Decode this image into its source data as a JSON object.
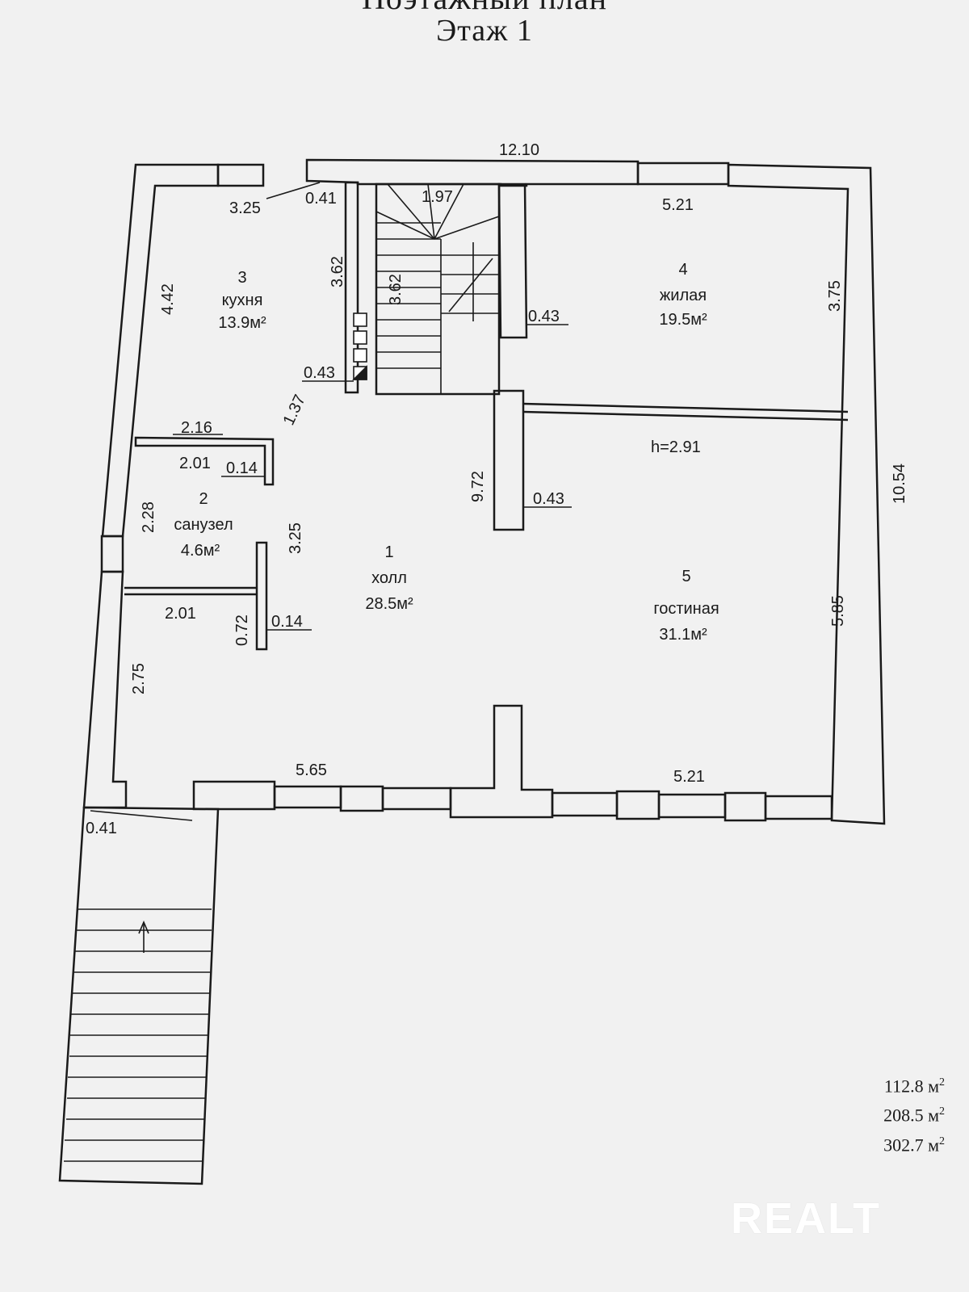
{
  "plan": {
    "title_partial": "Поэтажный план",
    "title": "Этаж  1",
    "rooms": [
      {
        "number": "1",
        "name": "холл",
        "area": "28.5м²"
      },
      {
        "number": "2",
        "name": "санузел",
        "area": "4.6м²"
      },
      {
        "number": "3",
        "name": "кухня",
        "area": "13.9м²"
      },
      {
        "number": "4",
        "name": "жилая",
        "area": "19.5м²"
      },
      {
        "number": "5",
        "name": "гостиная",
        "area": "31.1м²"
      }
    ],
    "ceiling_height": "h=2.91",
    "dimensions": {
      "top_total": "12.10",
      "kitchen_top": "3.25",
      "door_top": "0.41",
      "stair_width": "1.97",
      "room4_top": "5.21",
      "kitchen_left": "4.42",
      "kitchen_right_wall": "3.62",
      "stair_length": "3.62",
      "partition_right_of_stair": "0.43",
      "room4_right": "3.75",
      "stair_wall_bottom": "0.43",
      "kitchen_diagonal": "1.37",
      "bath_top_outer": "2.16",
      "bath_top_inner": "2.01",
      "bath_wall_a": "0.14",
      "bath_left": "2.28",
      "bath_right": "3.25",
      "bath_bottom": "2.01",
      "bath_door": "0.72",
      "bath_wall_b": "0.14",
      "central_wall": "9.72",
      "central_wall_thickness": "0.43",
      "right_total": "10.54",
      "living_right": "5.85",
      "hall_left": "2.75",
      "bottom_left": "5.65",
      "bottom_right": "5.21",
      "entrance_door": "0.41"
    }
  },
  "totals": [
    {
      "value": "112.8",
      "unit": "м",
      "power": "2"
    },
    {
      "value": "208.5",
      "unit": "м",
      "power": "2"
    },
    {
      "value": "302.7",
      "unit": "м",
      "power": "2"
    }
  ],
  "watermark": "REALT"
}
